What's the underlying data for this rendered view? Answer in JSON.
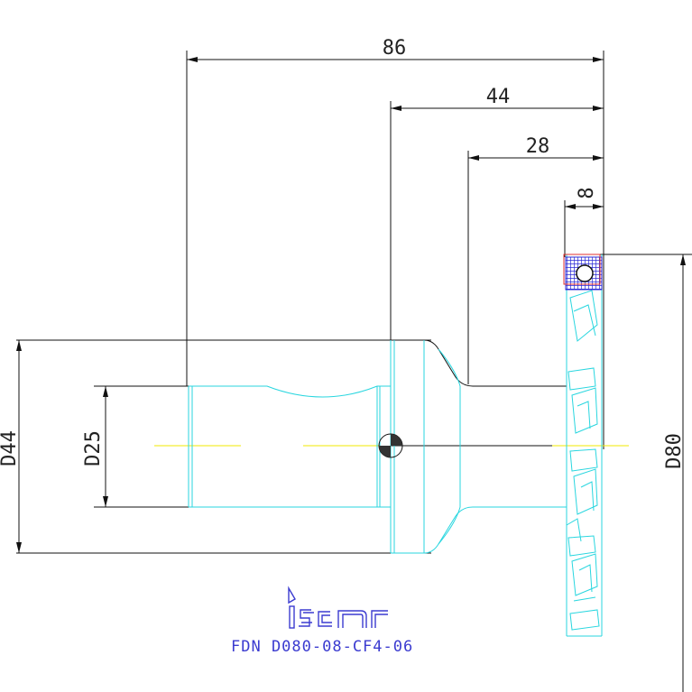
{
  "dimensions": {
    "overall_length": "86",
    "flange_length": "44",
    "hub_length": "28",
    "cutting_width": "8",
    "shank_diameter_body": "D44",
    "shank_diameter": "D25",
    "cutter_diameter": "D80"
  },
  "logo": {
    "text": "iscar"
  },
  "caption": {
    "part_number": "FDN D080-08-CF4-06"
  },
  "colors": {
    "outline": "#29d6df",
    "dimension": "#111111",
    "centerline": "#f2e800",
    "insert_fill": "#2a2ad6",
    "insert_frame": "#e03030",
    "logo": "#3b3bd0"
  }
}
